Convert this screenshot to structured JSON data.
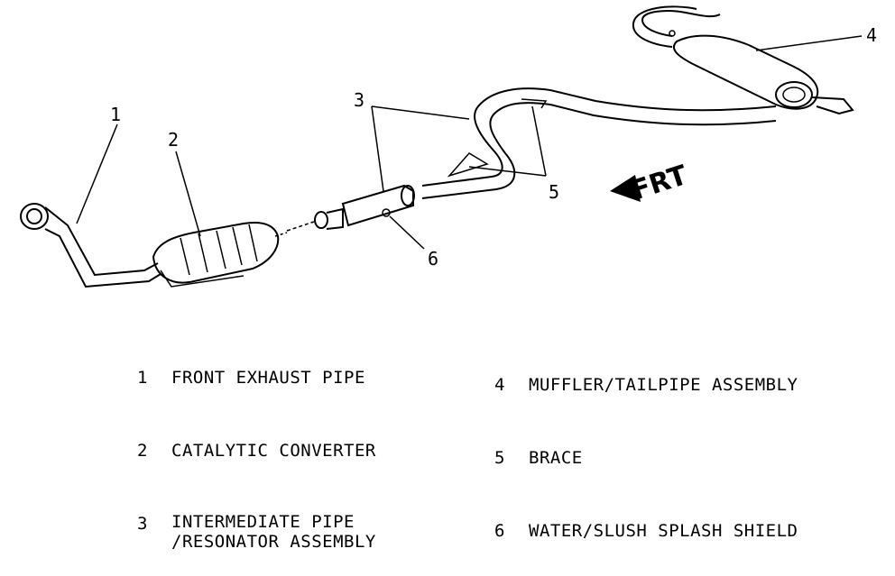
{
  "callouts": {
    "c1": "1",
    "c2": "2",
    "c3": "3",
    "c4": "4",
    "c5": "5",
    "c6": "6"
  },
  "direction_label": "FRT",
  "legend": [
    {
      "num": "1",
      "text": "FRONT EXHAUST PIPE"
    },
    {
      "num": "2",
      "text": "CATALYTIC CONVERTER"
    },
    {
      "num": "3",
      "text": "INTERMEDIATE PIPE\n/RESONATOR ASSEMBLY"
    },
    {
      "num": "4",
      "text": "MUFFLER/TAILPIPE ASSEMBLY"
    },
    {
      "num": "5",
      "text": "BRACE"
    },
    {
      "num": "6",
      "text": "WATER/SLUSH SPLASH SHIELD"
    }
  ]
}
